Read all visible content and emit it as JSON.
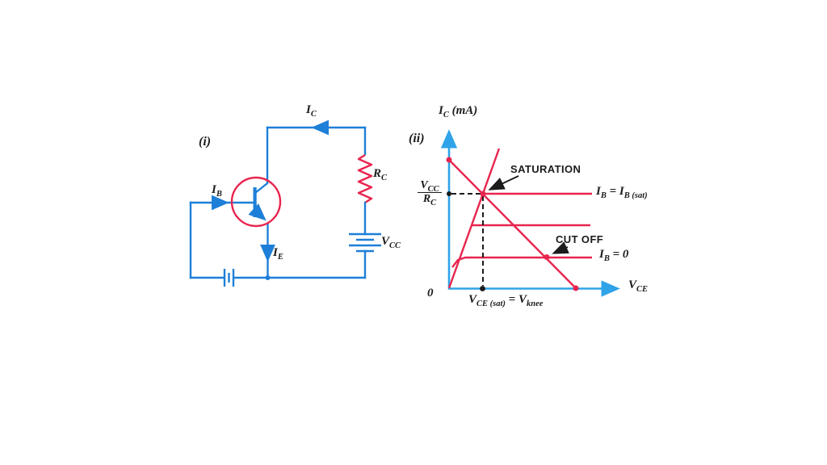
{
  "colors": {
    "wire_blue": "#1e7fd8",
    "axis_blue": "#2fa3e8",
    "red": "#e8254e",
    "ink": "#1b1b1b"
  },
  "circuit": {
    "panel_label": "(i)",
    "current_ic": [
      {
        "t": "I"
      },
      {
        "t": "C",
        "sub": true
      }
    ],
    "current_ib": [
      {
        "t": "I"
      },
      {
        "t": "B",
        "sub": true
      }
    ],
    "current_ie": [
      {
        "t": "I"
      },
      {
        "t": "E",
        "sub": true
      }
    ],
    "resistor_rc": [
      {
        "t": "R"
      },
      {
        "t": "C",
        "sub": true
      }
    ],
    "supply_vcc": [
      {
        "t": "V"
      },
      {
        "t": "CC",
        "sub": true
      }
    ]
  },
  "graph": {
    "panel_label": "(ii)",
    "y_axis_label": [
      {
        "t": "I"
      },
      {
        "t": "C",
        "sub": true
      },
      {
        "t": " (mA)"
      }
    ],
    "x_axis_label": [
      {
        "t": "V"
      },
      {
        "t": "CE",
        "sub": true
      }
    ],
    "origin_label": "0",
    "vcc_over_rc_num": [
      {
        "t": "V"
      },
      {
        "t": "CC",
        "sub": true
      }
    ],
    "vcc_over_rc_den": [
      {
        "t": "R"
      },
      {
        "t": "C",
        "sub": true
      }
    ],
    "saturation_label": "SATURATION",
    "cutoff_label": "CUT OFF",
    "curve_ib_sat": [
      {
        "t": "I"
      },
      {
        "t": "B",
        "sub": true
      },
      {
        "t": " = "
      },
      {
        "t": "I"
      },
      {
        "t": "B (sat)",
        "sub": true
      }
    ],
    "curve_ib_zero": [
      {
        "t": "I"
      },
      {
        "t": "B",
        "sub": true
      },
      {
        "t": " = 0"
      }
    ],
    "knee_label": [
      {
        "t": "V"
      },
      {
        "t": "CE (sat)",
        "sub": true
      },
      {
        "t": " = "
      },
      {
        "t": "V"
      },
      {
        "t": "knee",
        "sub": true
      }
    ]
  }
}
